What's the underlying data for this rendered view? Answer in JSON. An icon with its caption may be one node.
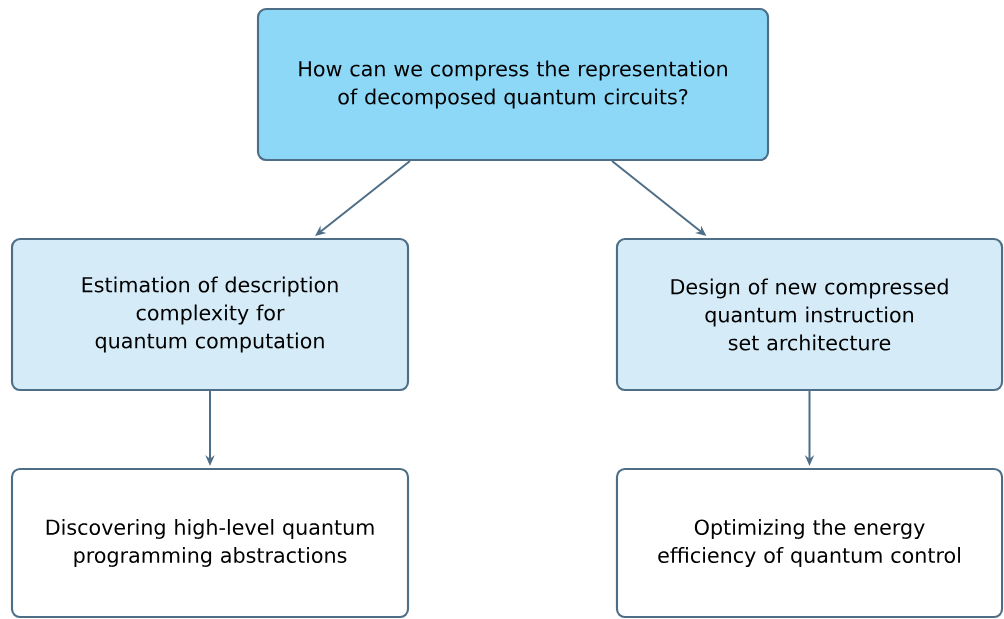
{
  "diagram": {
    "nodes": [
      {
        "text": [
          "How can we compress the representation of decomposed quantum circuits?"
        ]
      },
      {
        "text": [
          "Estimation of description complexity for quantum computation"
        ]
      },
      {
        "text": [
          "Design of new compressed quantum instruction set architecture"
        ]
      },
      {
        "text": [
          "Discovering high-level quantum programming abstractions"
        ]
      },
      {
        "text": [
          "Optimizing the energy efficiency of quantum control"
        ]
      }
    ],
    "edges": [
      {
        "from": 0,
        "to": 1,
        "arrow": "to"
      },
      {
        "from": 0,
        "to": 2,
        "arrow": "to"
      },
      {
        "from": 1,
        "to": 3,
        "arrow": "to"
      },
      {
        "from": 2,
        "to": 4,
        "arrow": "to"
      }
    ]
  }
}
